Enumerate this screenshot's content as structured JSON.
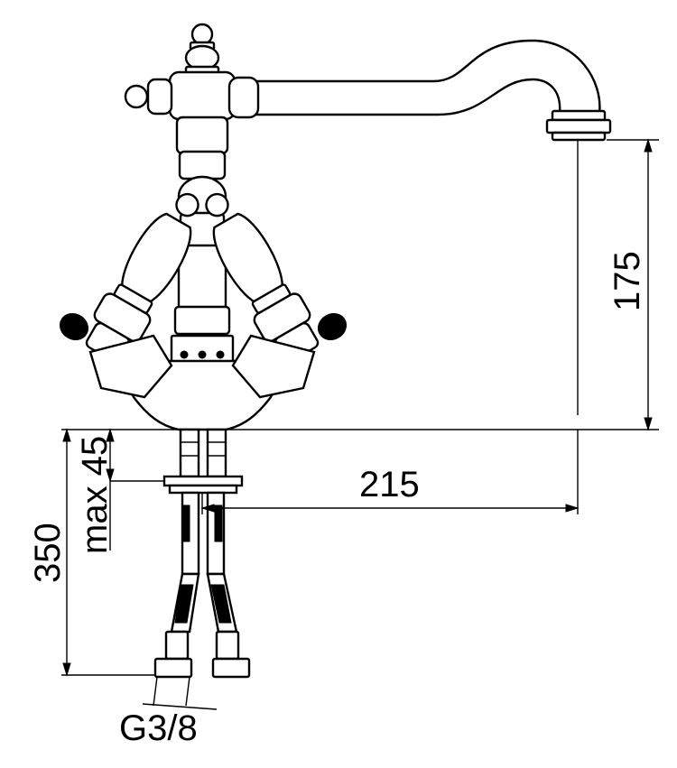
{
  "dimensions": {
    "spout_height": "175",
    "spout_reach": "215",
    "deck_thickness": "max 45",
    "hose_length": "350",
    "connection": "G3/8"
  }
}
